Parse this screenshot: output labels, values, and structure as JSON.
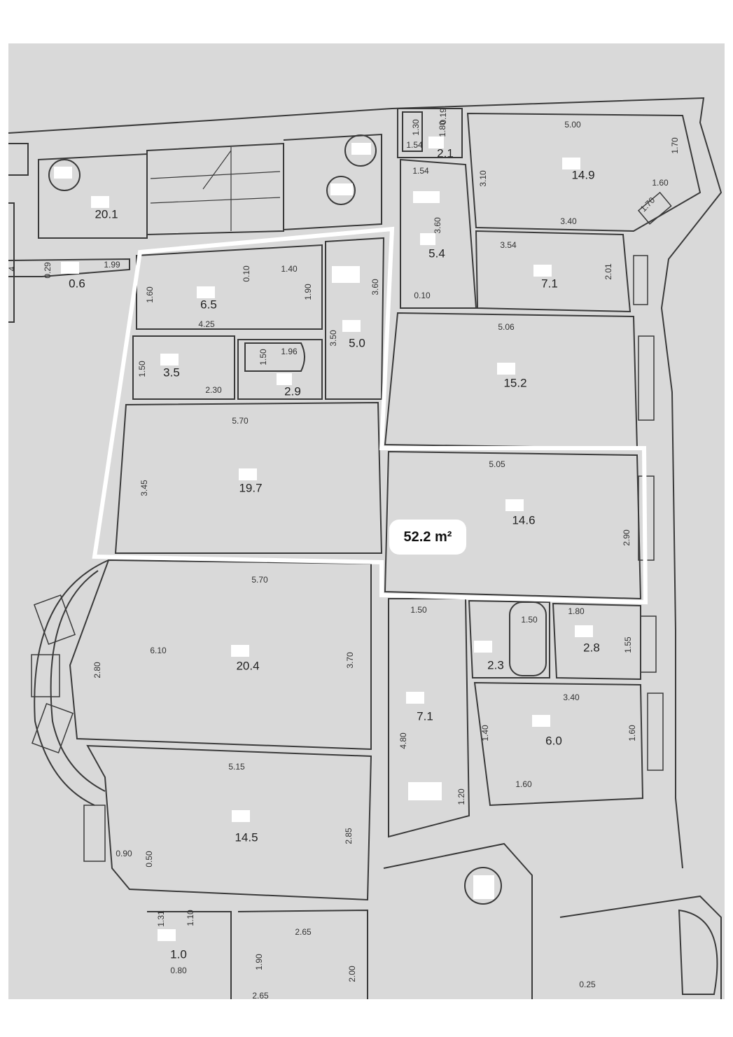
{
  "summary_area": "52.2 m²",
  "rooms": [
    {
      "id": "r1",
      "area": "20.1"
    },
    {
      "id": "r2",
      "area": "0.6"
    },
    {
      "id": "r3",
      "area": "6.5"
    },
    {
      "id": "r4",
      "area": "3.5"
    },
    {
      "id": "r5",
      "area": "2.9"
    },
    {
      "id": "r6",
      "area": "5.0"
    },
    {
      "id": "r7",
      "area": "19.7"
    },
    {
      "id": "r8",
      "area": "2.1"
    },
    {
      "id": "r9",
      "area": "5.4"
    },
    {
      "id": "r10",
      "area": "14.9"
    },
    {
      "id": "r11",
      "area": "7.1"
    },
    {
      "id": "r12",
      "area": "15.2"
    },
    {
      "id": "r13",
      "area": "14.6"
    },
    {
      "id": "r14",
      "area": "20.4"
    },
    {
      "id": "r15",
      "area": "2.3"
    },
    {
      "id": "r16",
      "area": "2.8"
    },
    {
      "id": "r17",
      "area": "7.1"
    },
    {
      "id": "r18",
      "area": "6.0"
    },
    {
      "id": "r19",
      "area": "14.5"
    },
    {
      "id": "r20",
      "area": "1.0"
    }
  ],
  "dimensions": [
    "5.00",
    "1.70",
    "1.60",
    "1.70",
    "3.40",
    "3.10",
    "1.30",
    "1.54",
    "0.19",
    "1.80",
    "1.54",
    "0.29",
    "1.99",
    "1.60",
    "0.10",
    "1.40",
    "1.90",
    "3.60",
    "3.60",
    "4.25",
    "3.54",
    "2.01",
    "0.10",
    "1.50",
    "1.50",
    "1.96",
    "3.50",
    "2.30",
    "5.06",
    "5.70",
    "3.45",
    "5.05",
    "2.90",
    "5.70",
    "6.10",
    "2.80",
    "3.70",
    "1.50",
    "1.50",
    "1.80",
    "1.55",
    "3.40",
    "1.40",
    "1.60",
    "4.80",
    "1.60",
    "5.15",
    "1.20",
    "2.85",
    "0.90",
    "0.50",
    "1.31",
    "1.10",
    "2.65",
    "1.90",
    "0.80",
    "2.00",
    "0.25",
    "2.65",
    "4"
  ]
}
